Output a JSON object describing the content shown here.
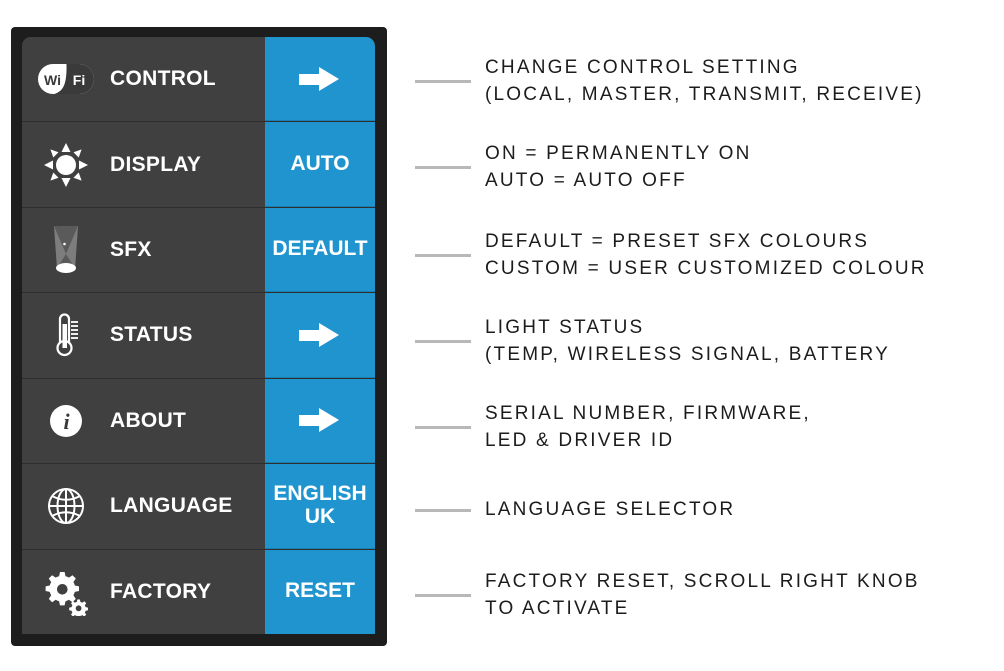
{
  "menu": {
    "rows": [
      {
        "icon": "wifi-icon",
        "label": "CONTROL",
        "value": "",
        "value_type": "arrow",
        "annotation": "CHANGE CONTROL SETTING\n(LOCAL, MASTER, TRANSMIT, RECEIVE)"
      },
      {
        "icon": "sun-brightness-icon",
        "label": "DISPLAY",
        "value": "AUTO",
        "value_type": "text",
        "annotation": "ON = PERMANENTLY ON\nAUTO = AUTO OFF"
      },
      {
        "icon": "spotlight-icon",
        "label": "SFX",
        "value": "DEFAULT",
        "value_type": "text",
        "annotation": "DEFAULT = PRESET  SFX COLOURS\nCUSTOM = USER CUSTOMIZED COLOUR"
      },
      {
        "icon": "thermometer-icon",
        "label": "STATUS",
        "value": "",
        "value_type": "arrow",
        "annotation": "LIGHT STATUS\n(TEMP, WIRELESS SIGNAL, BATTERY"
      },
      {
        "icon": "info-icon",
        "label": "ABOUT",
        "value": "",
        "value_type": "arrow",
        "annotation": "SERIAL NUMBER, FIRMWARE,\nLED & DRIVER ID"
      },
      {
        "icon": "globe-icon",
        "label": "LANGUAGE",
        "value": "ENGLISH\nUK",
        "value_type": "text",
        "annotation": "LANGUAGE SELECTOR"
      },
      {
        "icon": "gears-icon",
        "label": "FACTORY",
        "value": "RESET",
        "value_type": "text",
        "annotation": "FACTORY RESET, SCROLL RIGHT KNOB\nTO ACTIVATE"
      }
    ]
  },
  "colors": {
    "accent_blue": "#1f94ce",
    "row_background": "#404040",
    "frame_background": "#1d1d1d",
    "divider": "#2e2e2e",
    "annotation_text": "#1c1c1c",
    "leader_dash": "#b8b8b8",
    "page_background": "#ffffff"
  }
}
